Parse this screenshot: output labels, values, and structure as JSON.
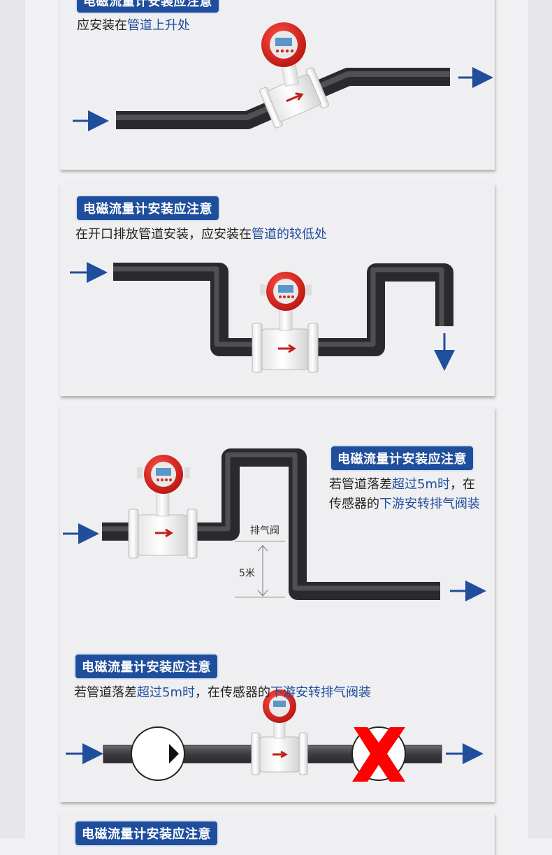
{
  "panel1": {
    "tag": "电磁流量计安装应注意",
    "line_plain": "应安装在",
    "line_hl": "管道上升处"
  },
  "panel2": {
    "tag": "电磁流量计安装应注意",
    "line_plain": "在开口排放管道安装，应安装在",
    "line_hl": "管道的较低处"
  },
  "panel3": {
    "tag_a": "电磁流量计安装应注意",
    "a_line1_plain": "若管道落差",
    "a_line1_hl": "超过5m时",
    "a_line1_tail": "，在",
    "a_line2_plain": "传感器的",
    "a_line2_hl": "下游安转排气阀装",
    "valve_label": "排气阀",
    "height_label": "5米",
    "tag_b": "电磁流量计安装应注意",
    "b_plain1": "若管道落差",
    "b_hl1": "超过5m时",
    "b_plain2": "，在传感器的",
    "b_hl2": "下游安转排气阀装"
  },
  "panel4": {
    "tag": "电磁流量计安装应注意"
  },
  "colors": {
    "accent": "#1f4e9c",
    "pipe": "#48484c",
    "arrow": "#1f4e9c",
    "meter_red": "#d62420",
    "cross_red": "#ff0000"
  }
}
